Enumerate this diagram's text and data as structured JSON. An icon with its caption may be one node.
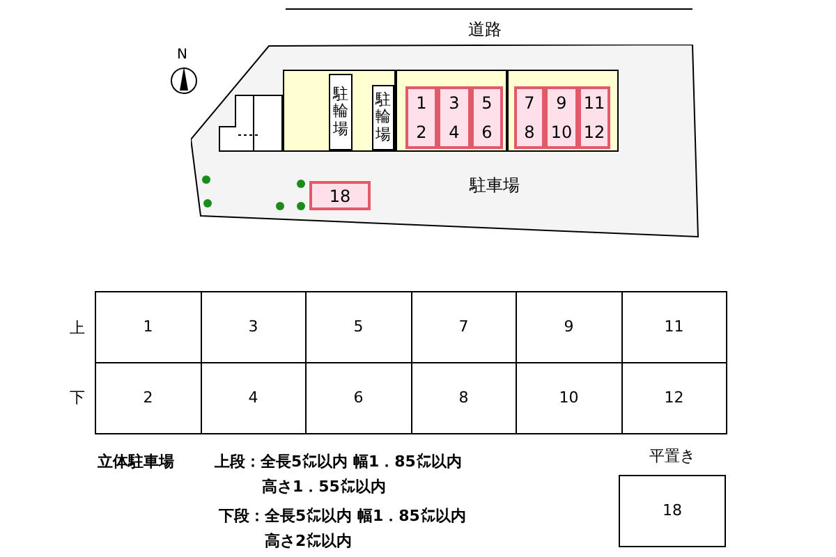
{
  "diagram": {
    "nodes": [
      {
        "text": [
          "駐車場"
        ]
      },
      {
        "text": [],
        "shape": "box",
        "in": 0
      },
      {
        "text": [
          "駐輪場"
        ],
        "in": 1
      },
      {
        "text": [
          "駐輪場"
        ],
        "in": 1
      },
      {
        "text": [],
        "shape": "box",
        "in": 0
      },
      {
        "text": [
          "1",
          "2"
        ],
        "in": 4
      },
      {
        "text": [
          "3",
          "4"
        ],
        "in": 4
      },
      {
        "text": [
          "5",
          "6"
        ],
        "in": 4
      },
      {
        "text": [],
        "shape": "box",
        "in": 0
      },
      {
        "text": [
          "7",
          "8"
        ],
        "in": 8
      },
      {
        "text": [
          "9",
          "10"
        ],
        "in": 8
      },
      {
        "text": [
          "11",
          "12"
        ],
        "in": 8
      },
      {
        "text": [
          "18"
        ],
        "in": 0
      },
      {
        "text": [
          "平置き",
          "18"
        ]
      }
    ],
    "edges": [],
    "labels": [
      "道路",
      "N",
      "上",
      "1",
      "3",
      "5",
      "7",
      "9",
      "11",
      "下",
      "2",
      "4",
      "6",
      "8",
      "10",
      "12",
      "立体駐車場",
      "上段：全長5㍍以内 幅1．85㍍以内",
      "高さ1．55㍍以内",
      "下段：全長5㍍以内 幅1．85㍍以内",
      "高さ2㍍以内"
    ]
  }
}
